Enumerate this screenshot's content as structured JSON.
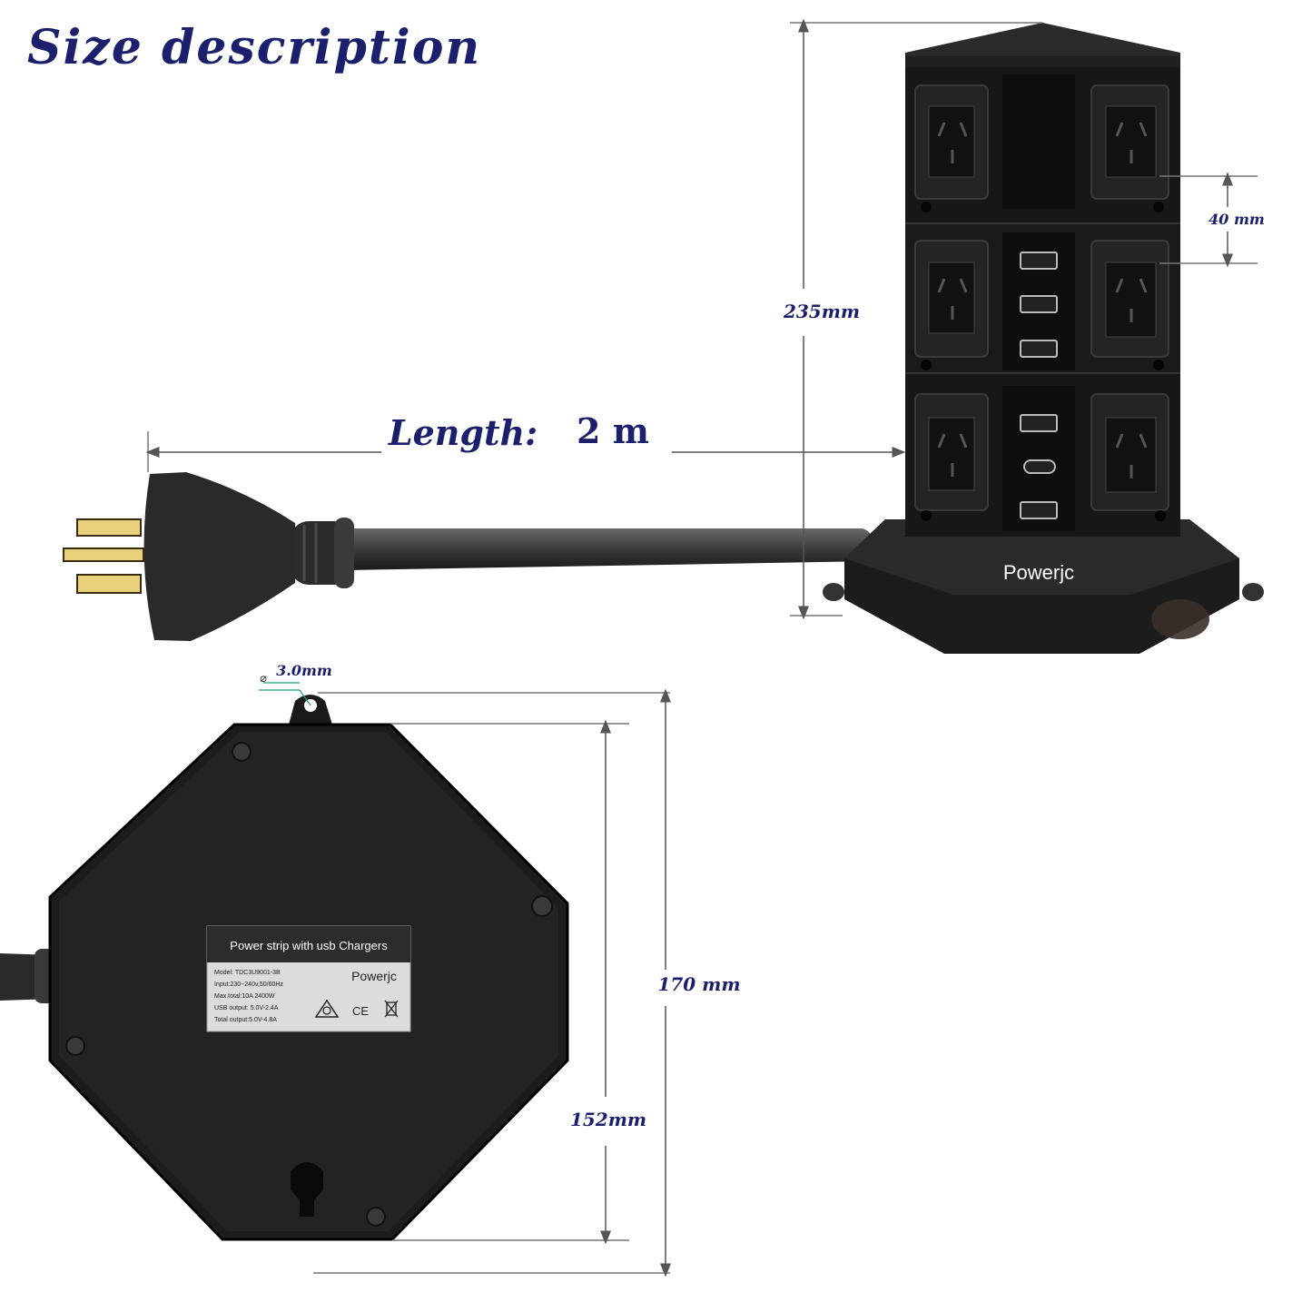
{
  "title": "Size description",
  "dimensions": {
    "tower_height": "235mm",
    "socket_pitch": "40 mm",
    "cable_length_label": "Length:",
    "cable_length_value": "2 m",
    "hole_diameter": "3.0mm",
    "base_total_length": "170 mm",
    "base_width": "152mm",
    "diameter_symbol": "⌀"
  },
  "product": {
    "brand": "Powerjc"
  },
  "label_sticker": {
    "heading": "Power strip with usb Chargers",
    "brand": "Powerjc",
    "lines": [
      "Model: TDC3U9001-3B",
      "Input:230~240v,50/60Hz",
      "Max.total:10A 2400W",
      "USB output: 5.0V-2.4A",
      "Total output:5.0V-4.8A"
    ],
    "marks": [
      "CE"
    ]
  },
  "colors": {
    "dimension_text": "#1c1f6b",
    "product_body": "#1e1e1e",
    "pin_brass": "#e8d27a",
    "hole_marker": "#18a27a"
  }
}
